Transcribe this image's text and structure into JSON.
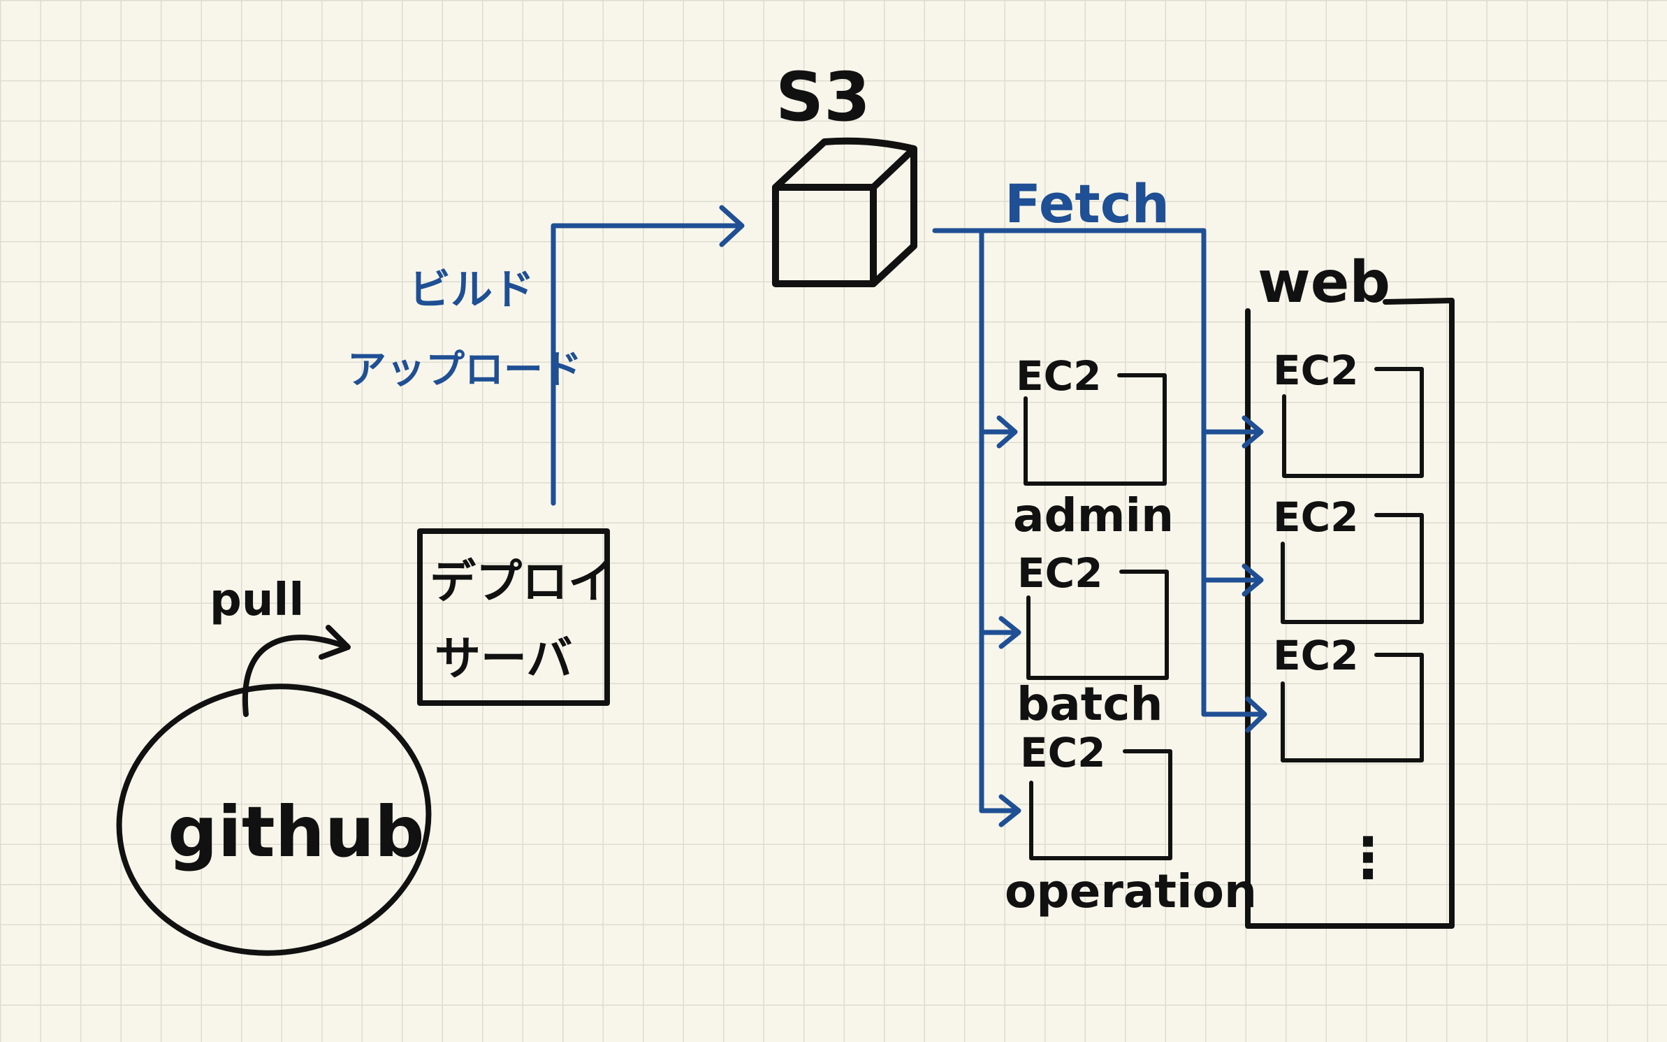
{
  "colors": {
    "ink": "#111111",
    "accent": "#1f4f94",
    "paper": "#f8f6ea",
    "grid": "#dedcd0"
  },
  "labels": {
    "s3": "S3",
    "fetch": "Fetch",
    "build": "ビルド",
    "upload": "アップロード",
    "deploy_server_line1": "デプロイ",
    "deploy_server_line2": "サーバ",
    "pull": "pull",
    "github": "github",
    "web": "web",
    "ec2": "EC2",
    "admin": "admin",
    "batch": "batch",
    "operation": "operation",
    "more": "⋮"
  }
}
